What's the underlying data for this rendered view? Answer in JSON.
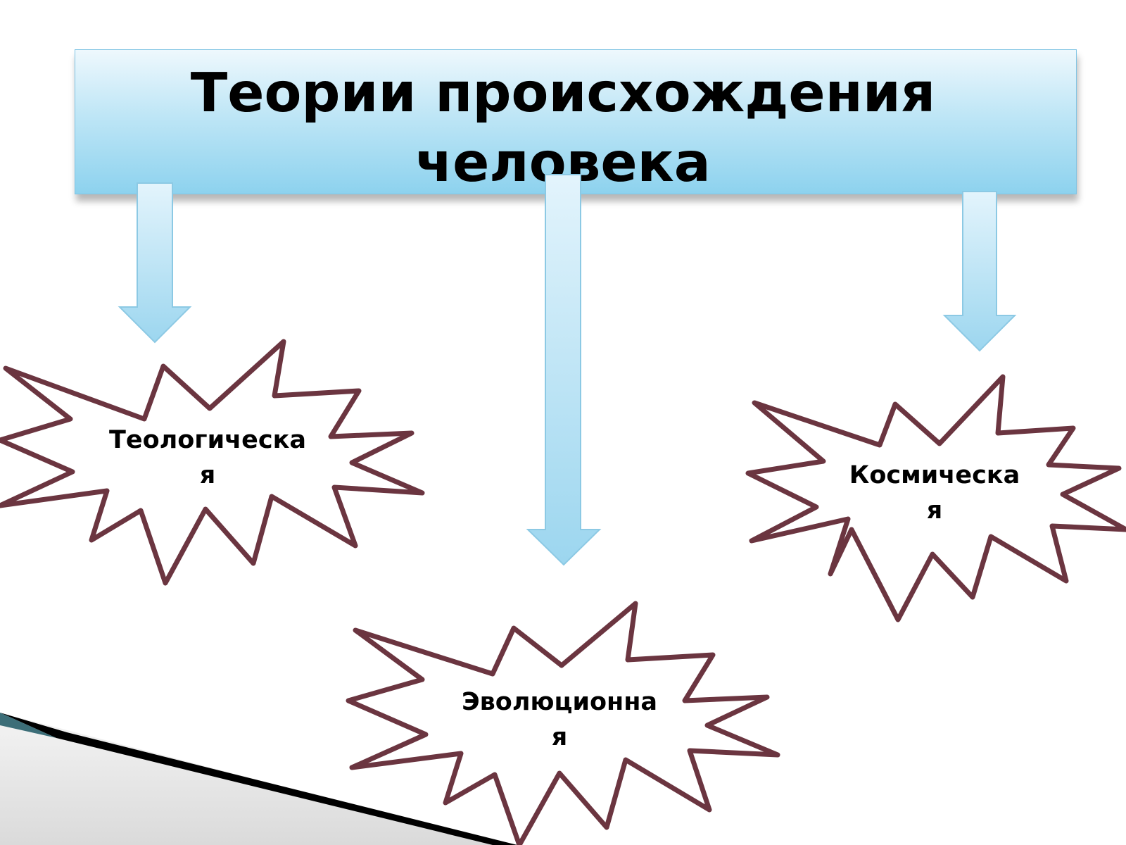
{
  "title": {
    "line1": "Теории происхождения",
    "line2": "человека"
  },
  "branches": [
    {
      "label_line1": "Теологическа",
      "label_line2": "я"
    },
    {
      "label_line1": "Эволюционна",
      "label_line2": "я"
    },
    {
      "label_line1": "Космическа",
      "label_line2": "я"
    }
  ],
  "colors": {
    "arrow_fill_top": "#e3f4fc",
    "arrow_fill_bottom": "#9cd6ef",
    "arrow_stroke": "#8cc9e4",
    "star_outline": "#6b3540",
    "star_fill": "#ffffff",
    "title_text": "#000000"
  }
}
